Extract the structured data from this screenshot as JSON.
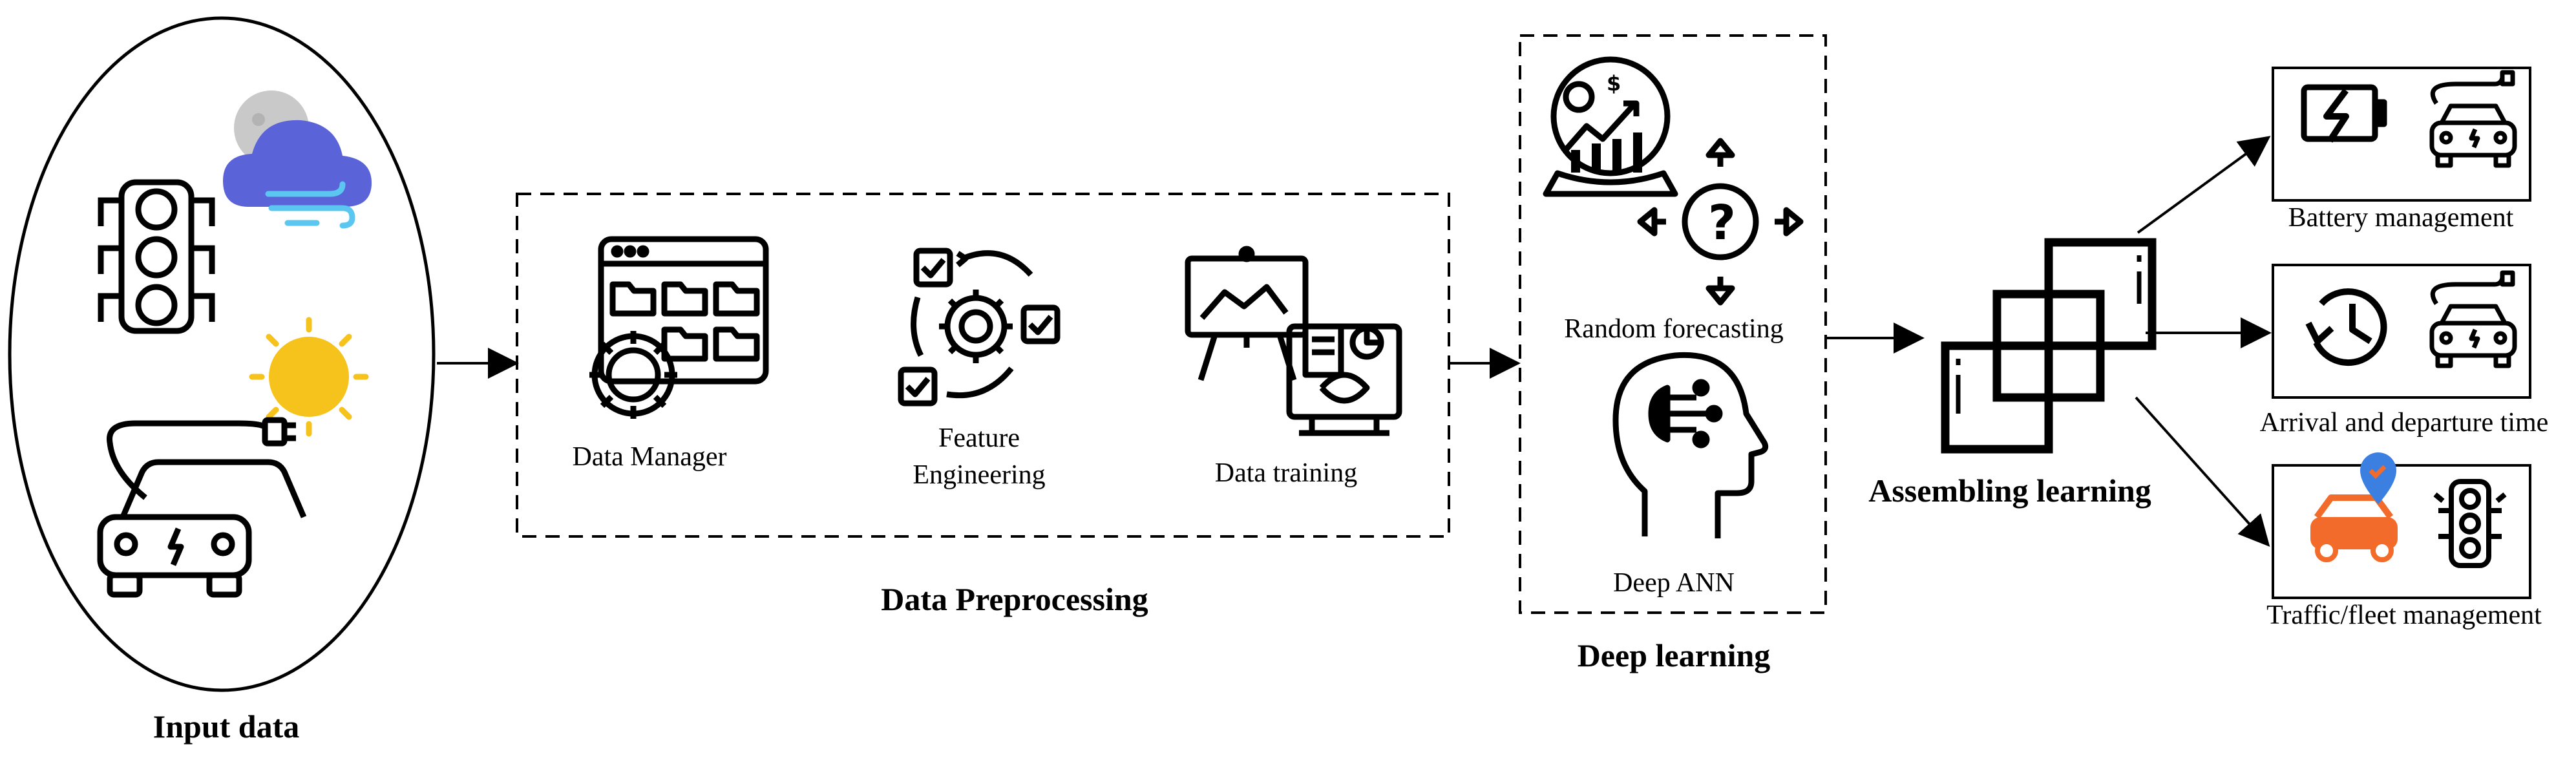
{
  "groups": {
    "input": {
      "label": "Input data"
    },
    "preprocessing": {
      "label": "Data Preprocessing",
      "items": [
        "Data Manager",
        "Feature\nEngineering",
        "Data training"
      ]
    },
    "deep_learning": {
      "label": "Deep learning",
      "items": [
        "Random forecasting",
        "Deep ANN"
      ]
    },
    "assembling": {
      "label": "Assembling learning"
    },
    "outputs": [
      "Battery management",
      "Arrival and departure time",
      "Traffic/fleet management"
    ]
  },
  "icons": {
    "input": [
      "traffic-light-icon",
      "moon-cloud-wind-icon",
      "sun-icon",
      "electric-car-icon"
    ],
    "preprocessing": [
      "data-manager-icon",
      "feature-engineering-icon",
      "data-training-icon"
    ],
    "deep_learning": [
      "crystal-ball-forecast-icon",
      "question-arrows-icon",
      "ai-head-icon"
    ],
    "assembling": [
      "overlapping-squares-icon"
    ],
    "outputs": [
      "battery-charge-icon",
      "ev-car-icon",
      "clock-icon",
      "ev-car-icon",
      "location-car-icon",
      "traffic-light-icon"
    ]
  },
  "colors": {
    "stroke": "#000000",
    "sun": "#F6C21C",
    "cloud": "#5B63D9",
    "wind": "#5BC6F0",
    "car_orange": "#F26B2B",
    "pin_blue": "#3B7FE0"
  }
}
